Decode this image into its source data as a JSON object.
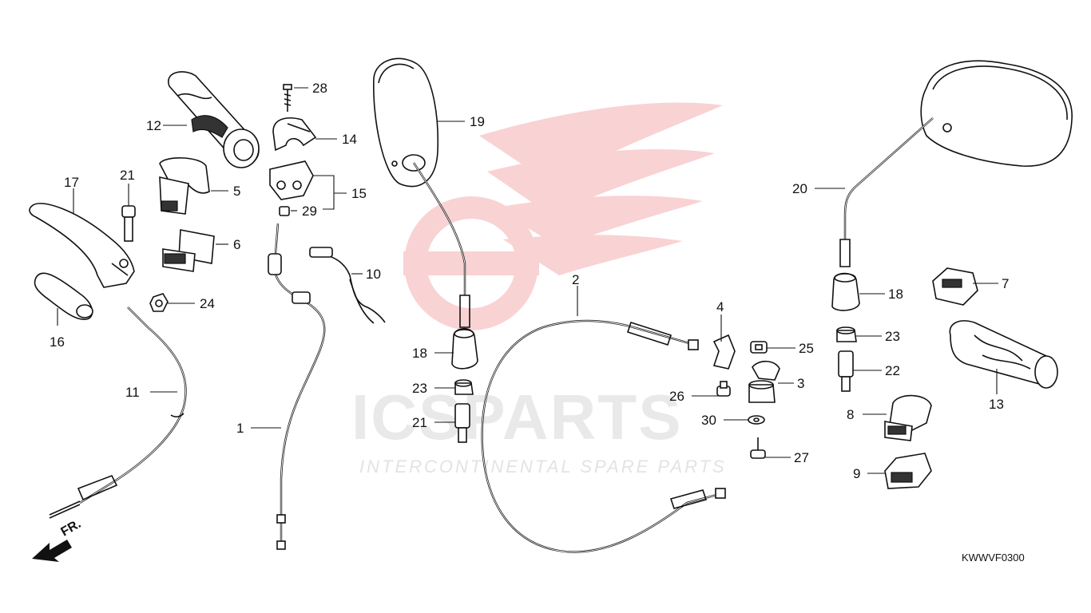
{
  "diagram_code": "KWWVF0300",
  "direction_label": "FR.",
  "watermark": {
    "brand": "ICSPARTS",
    "tagline": "INTERCONTINENTAL SPARE PARTS",
    "color": "#e5383b"
  },
  "callouts": [
    "1",
    "2",
    "3",
    "4",
    "5",
    "6",
    "7",
    "8",
    "9",
    "10",
    "11",
    "12",
    "13",
    "14",
    "15",
    "16",
    "17",
    "18",
    "18",
    "19",
    "20",
    "21",
    "21",
    "22",
    "23",
    "23",
    "24",
    "25",
    "26",
    "27",
    "28",
    "29",
    "30"
  ]
}
